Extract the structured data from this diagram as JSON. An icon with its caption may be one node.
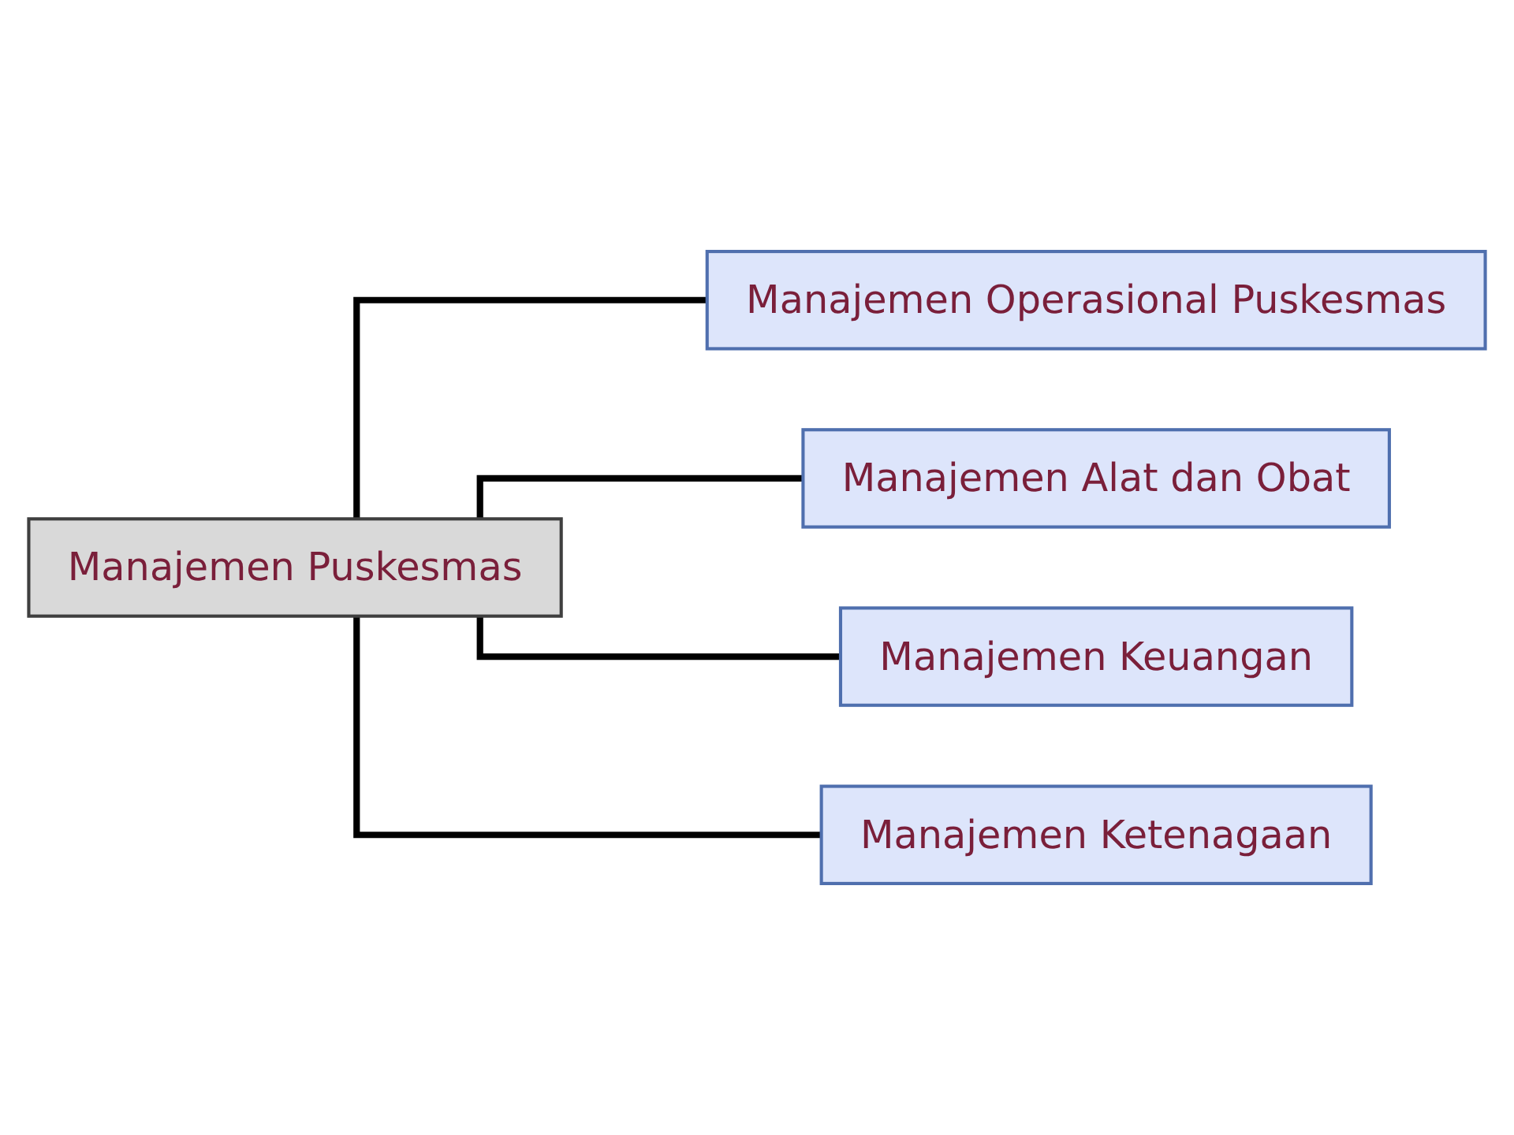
{
  "diagram": {
    "nodes": [
      {
        "text": [
          "Manajemen Puskesmas"
        ]
      },
      {
        "text": [
          "Manajemen Operasional Puskesmas"
        ]
      },
      {
        "text": [
          "Manajemen Alat dan Obat"
        ]
      },
      {
        "text": [
          "Manajemen Keuangan"
        ]
      },
      {
        "text": [
          "Manajemen Ketenagaan"
        ]
      }
    ],
    "edges": [
      {
        "from": 0,
        "to": 1,
        "arrow": "none"
      },
      {
        "from": 0,
        "to": 2,
        "arrow": "none"
      },
      {
        "from": 0,
        "to": 3,
        "arrow": "none"
      },
      {
        "from": 0,
        "to": 4,
        "arrow": "none"
      }
    ]
  }
}
